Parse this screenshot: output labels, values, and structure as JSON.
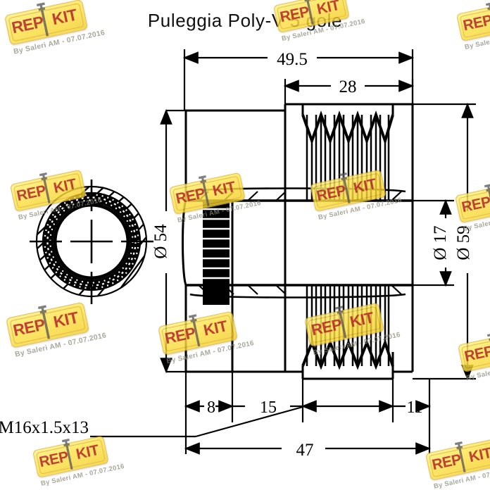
{
  "drawing": {
    "title": "Puleggia Poly-V 5 gole",
    "part_type": "Poly-V pulley, 5 grooves",
    "groove_count": 5,
    "views": {
      "end_view_label": "sectioned end view",
      "section_view_label": "longitudinal section view"
    }
  },
  "dimensions": {
    "overall_length": "49.5",
    "belt_width": "28",
    "outer_diameter": "Ø 59",
    "body_diameter": "Ø 54",
    "bore_diameter": "Ø 17",
    "step_a": "8",
    "step_b": "15",
    "step_c": "11",
    "total_bottom": "47",
    "thread": "M16x1.5x13"
  },
  "watermark": {
    "brand_left": "REP",
    "brand_right": "KIT",
    "byline": "By Saleri AM - 07.07.2016",
    "plate_color": "#ffe34a",
    "text_color": "#b4252a"
  },
  "colors": {
    "line": "#000000",
    "background": "#ffffff"
  }
}
